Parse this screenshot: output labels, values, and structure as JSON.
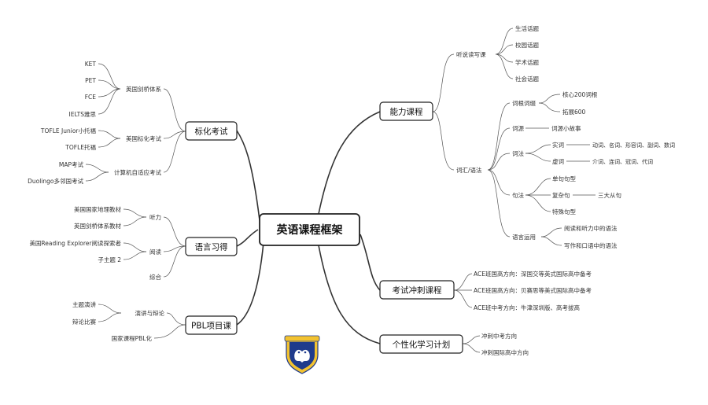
{
  "mindmap": {
    "center": "英语课程框架",
    "left": [
      {
        "label": "标化考试",
        "children": [
          {
            "label": "英国剑桥体系",
            "children": [
              "KET",
              "PET",
              "FCE",
              "IELTS雅思"
            ]
          },
          {
            "label": "美国标化考试",
            "children": [
              "TOFLE Junior小托福",
              "TOFLE托福"
            ]
          },
          {
            "label": "计算机自适应考试",
            "children": [
              "MAP考试",
              "Duolingo多邻国考试"
            ]
          }
        ]
      },
      {
        "label": "语言习得",
        "children": [
          {
            "label": "听力",
            "children": [
              "美国国家地理教材",
              "英国剑桥体系教材"
            ]
          },
          {
            "label": "阅读",
            "children": [
              "美国Reading Explorer阅读探索者",
              "子主题 2"
            ]
          },
          {
            "label": "综合",
            "children": []
          }
        ]
      },
      {
        "label": "PBL项目课",
        "children": [
          {
            "label": "演讲与辩论",
            "children": [
              "主题演讲",
              "辩论比赛"
            ]
          },
          {
            "label": "国家课程PBL化",
            "children": []
          }
        ]
      }
    ],
    "right": [
      {
        "label": "能力课程",
        "children": [
          {
            "label": "听说读写课",
            "children": [
              "生活话题",
              "校园话题",
              "学术话题",
              "社会话题"
            ]
          },
          {
            "label": "词汇/语法",
            "children": [
              {
                "label": "词根词缀",
                "children": [
                  "核心200词根",
                  "拓展600"
                ]
              },
              {
                "label": "词源",
                "children": [
                  "词源小故事"
                ]
              },
              {
                "label": "词法",
                "children": [
                  {
                    "label": "实词",
                    "children": [
                      "动词、名词、形容词、副词、数词"
                    ]
                  },
                  {
                    "label": "虚词",
                    "children": [
                      "介词、连词、冠词、代词"
                    ]
                  }
                ]
              },
              {
                "label": "句法",
                "children": [
                  "单句句型",
                  "复杂句",
                  "特殊句型"
                ],
                "extra": "三大从句"
              },
              {
                "label": "语言运用",
                "children": [
                  "阅读和听力中的语法",
                  "写作和口语中的语法"
                ]
              }
            ]
          }
        ]
      },
      {
        "label": "考试冲刺课程",
        "children": [
          "ACE班国高方向：深国交等英式国际高中备考",
          "ACE班国高方向：贝赛思等美式国际高中备考",
          "ACE班中考方向：牛津深圳版、高考拔高"
        ]
      },
      {
        "label": "个性化学习计划",
        "children": [
          "冲刺中考方向",
          "冲刺国际高中方向"
        ]
      }
    ],
    "logo": {
      "icon": "school-crest-icon",
      "colors": [
        "#f2c230",
        "#1f3b8c"
      ]
    }
  }
}
